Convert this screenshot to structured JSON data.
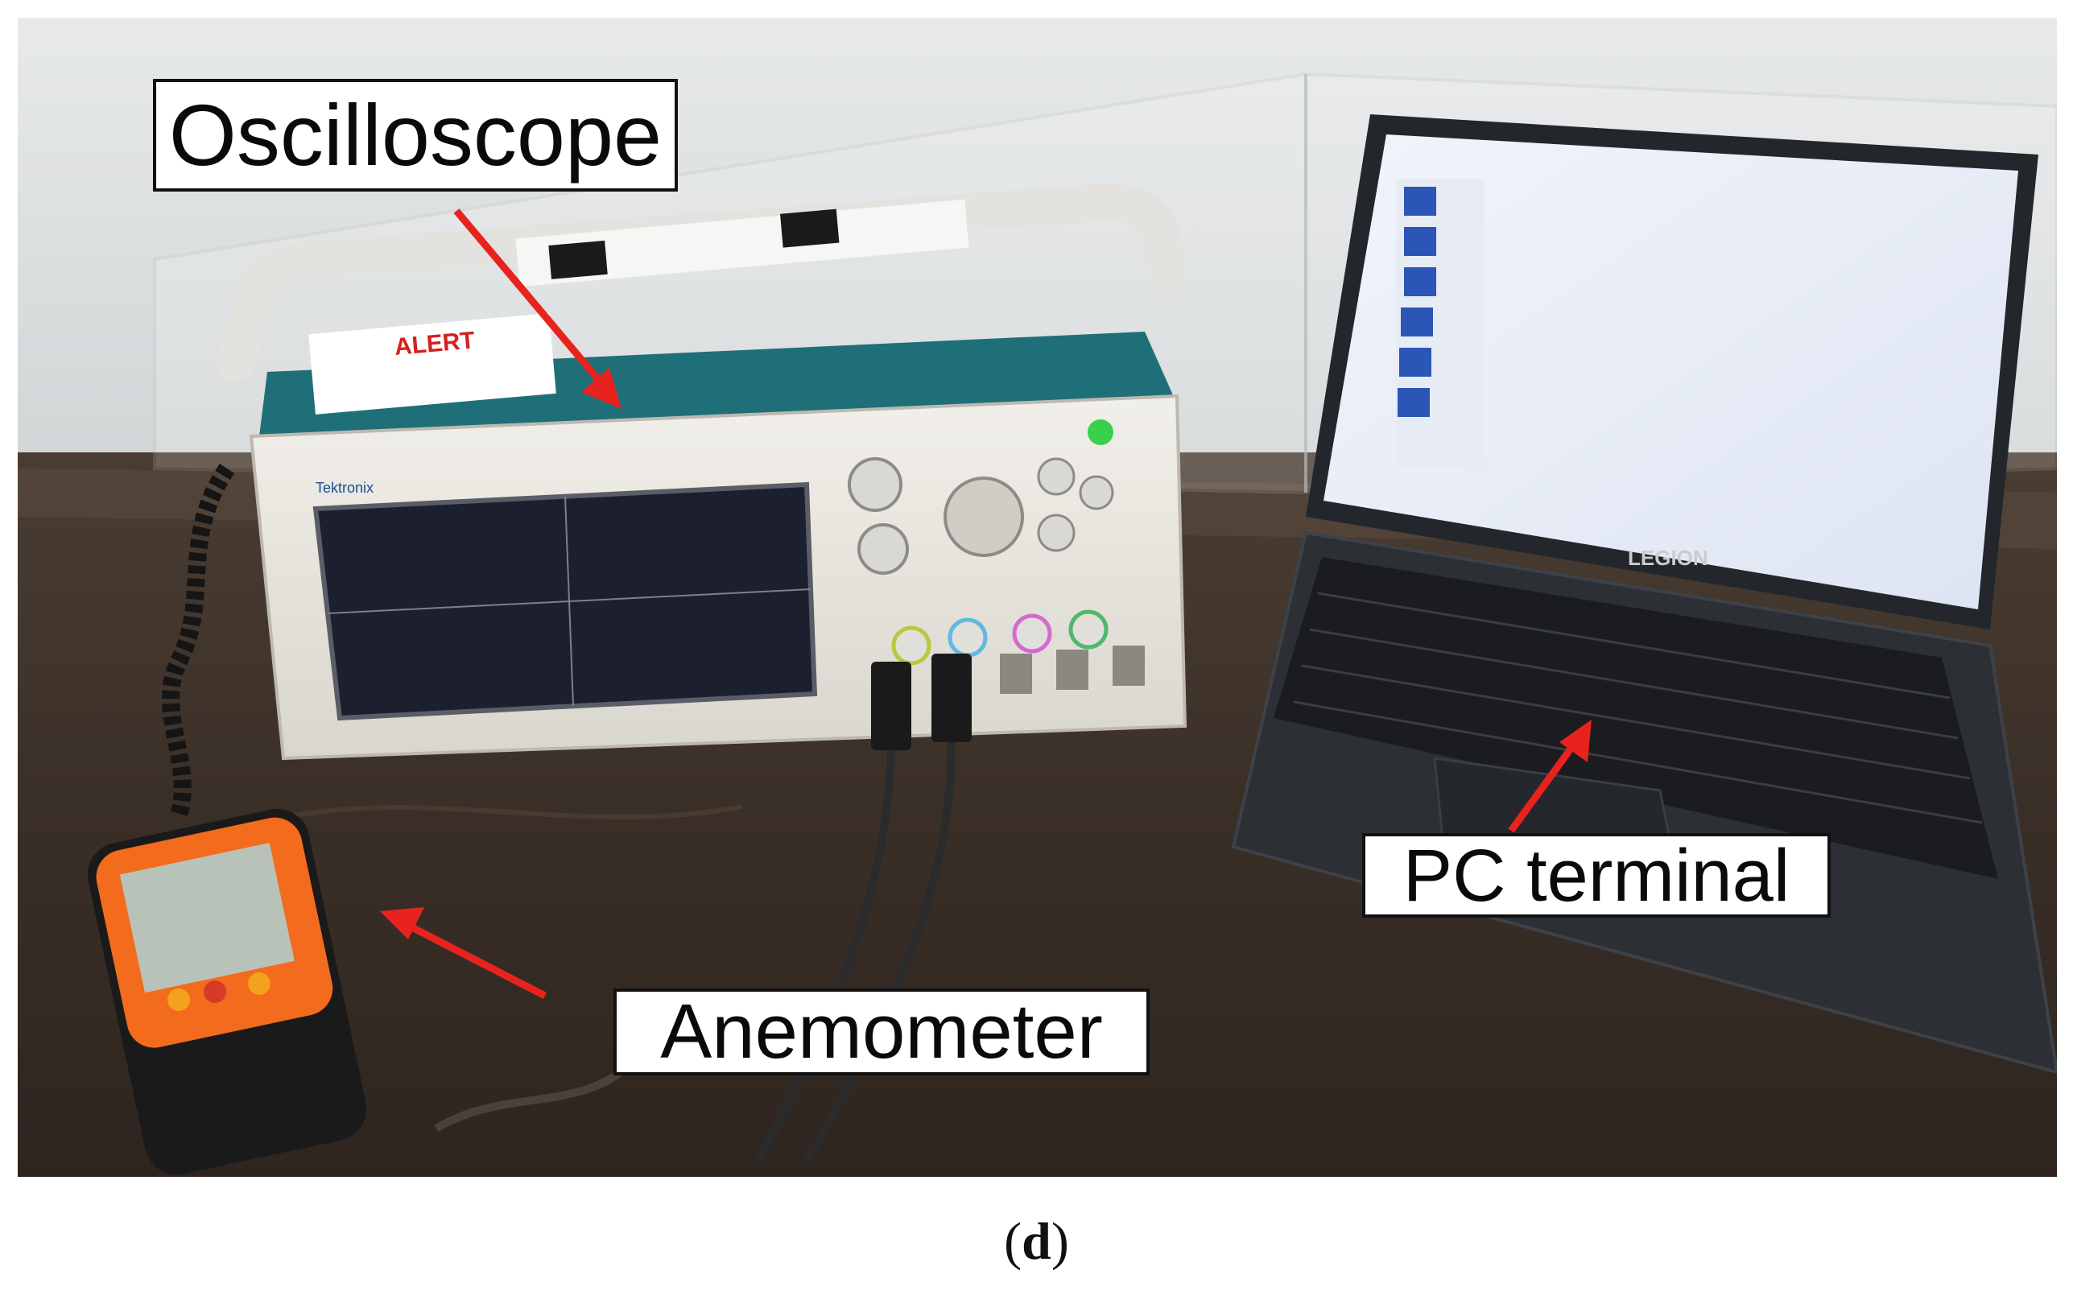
{
  "labels": {
    "oscilloscope": "Oscilloscope",
    "pc_terminal": "PC terminal",
    "anemometer": "Anemometer"
  },
  "caption": {
    "open": "(",
    "letter": "d",
    "close": ")"
  },
  "device_text": {
    "brand_scope": "Tektronix",
    "scope_sticker": "ALERT",
    "laptop_brand": "LEGION"
  },
  "colors": {
    "arrow": "#e8231d",
    "scope_teal": "#1f6f78",
    "desk": "#3a2f27",
    "laptop_body": "#2c3035"
  }
}
